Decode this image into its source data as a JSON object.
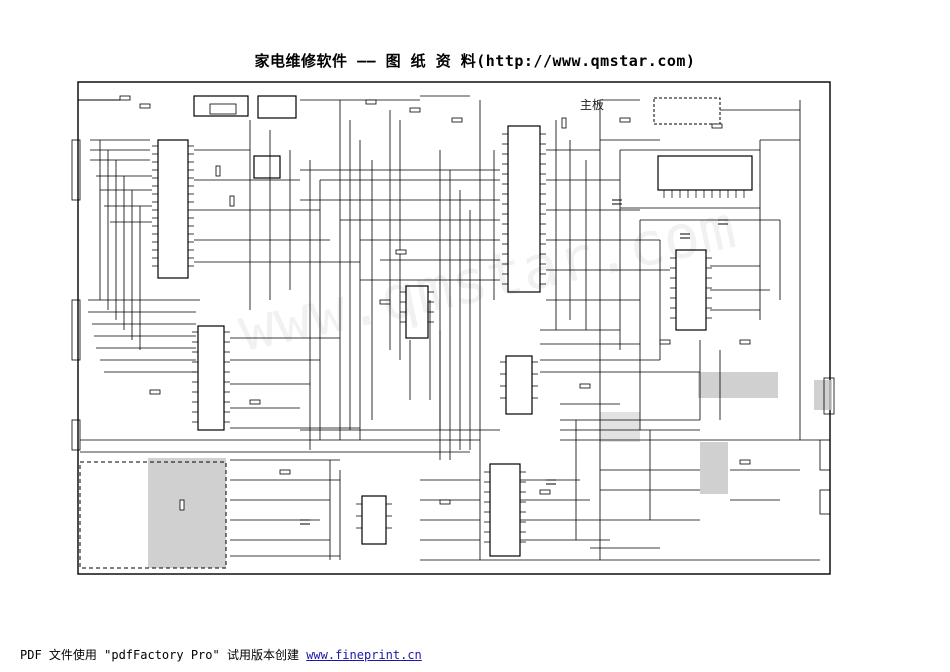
{
  "header": {
    "title": "家电维修软件 —— 图 纸 资 料(http://www.qmstar.com)"
  },
  "schematic": {
    "board_label": "主板"
  },
  "footer": {
    "prefix": "PDF 文件使用 \"pdfFactory Pro\" 试用版本创建",
    "link": "www.fineprint.cn"
  },
  "colors": {
    "line": "#000000",
    "shaded_region": "#b0b0b0"
  }
}
